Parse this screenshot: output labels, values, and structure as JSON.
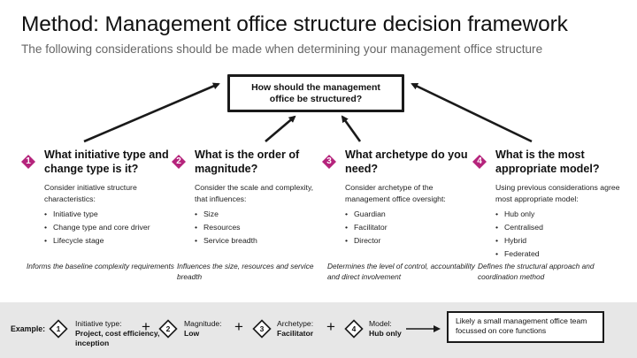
{
  "header": {
    "title": "Method: Management office structure decision framework",
    "subtitle": "The following considerations should be made when determining your management office structure"
  },
  "question": "How should the management office be structured?",
  "accent_color": "#b5247c",
  "columns": [
    {
      "number": "1",
      "heading": "What initiative type and change type is it?",
      "intro": "Consider initiative structure characteristics:",
      "items": [
        "Initiative type",
        "Change type and core driver",
        "Lifecycle stage"
      ],
      "note": "Informs the baseline complexity requirements"
    },
    {
      "number": "2",
      "heading": "What is the order of magnitude?",
      "intro": "Consider the scale and complexity, that influences:",
      "items": [
        "Size",
        "Resources",
        "Service breadth"
      ],
      "note": "Influences the size, resources and service breadth"
    },
    {
      "number": "3",
      "heading": "What archetype do you need?",
      "intro": "Consider archetype of the management office oversight:",
      "items": [
        "Guardian",
        "Facilitator",
        "Director"
      ],
      "note": "Determines the level of control, accountability and direct involvement"
    },
    {
      "number": "4",
      "heading": "What is the most appropriate model?",
      "intro": "Using previous considerations agree most appropriate model:",
      "items": [
        "Hub only",
        "Centralised",
        "Hybrid",
        "Federated"
      ],
      "note": "Defines the structural approach and coordination method"
    }
  ],
  "example": {
    "label": "Example:",
    "steps": [
      {
        "number": "1",
        "label": "Initiative type:",
        "value": "Project, cost efficiency, inception"
      },
      {
        "number": "2",
        "label": "Magnitude:",
        "value": "Low"
      },
      {
        "number": "3",
        "label": "Archetype:",
        "value": "Facilitator"
      },
      {
        "number": "4",
        "label": "Model:",
        "value": "Hub only"
      }
    ],
    "plus": "+",
    "result": "Likely a small management office team focussed on core functions"
  }
}
